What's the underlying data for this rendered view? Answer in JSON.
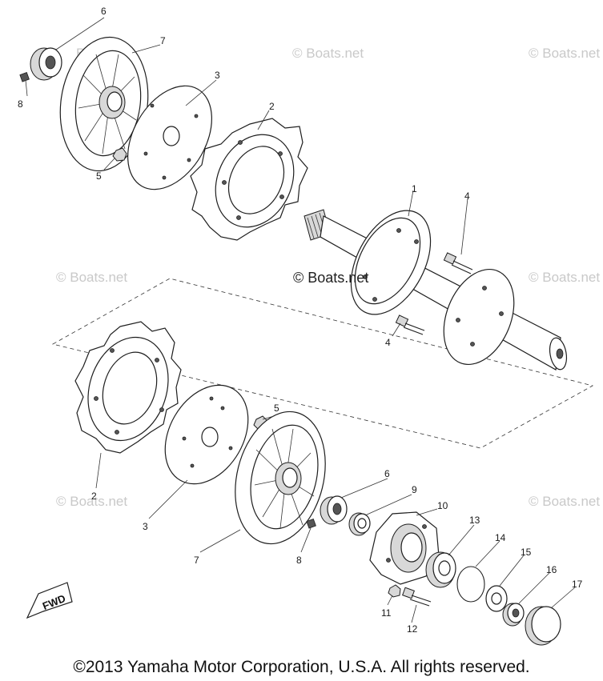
{
  "watermark_text": "Boats.net",
  "watermark_symbol": "©",
  "center_watermark": "© Boats.net",
  "fwd_label": "FWD",
  "copyright": "©2013 Yamaha Motor Corporation, U.S.A. All rights reserved.",
  "callouts": {
    "c1": "1",
    "c2a": "2",
    "c2b": "2",
    "c3a": "3",
    "c3b": "3",
    "c4a": "4",
    "c4b": "4",
    "c5a": "5",
    "c5b": "5",
    "c6a": "6",
    "c6b": "6",
    "c7a": "7",
    "c7b": "7",
    "c8a": "8",
    "c8b": "8",
    "c9": "9",
    "c10": "10",
    "c11": "11",
    "c12": "12",
    "c13": "13",
    "c14": "14",
    "c15": "15",
    "c16": "16",
    "c17": "17"
  }
}
